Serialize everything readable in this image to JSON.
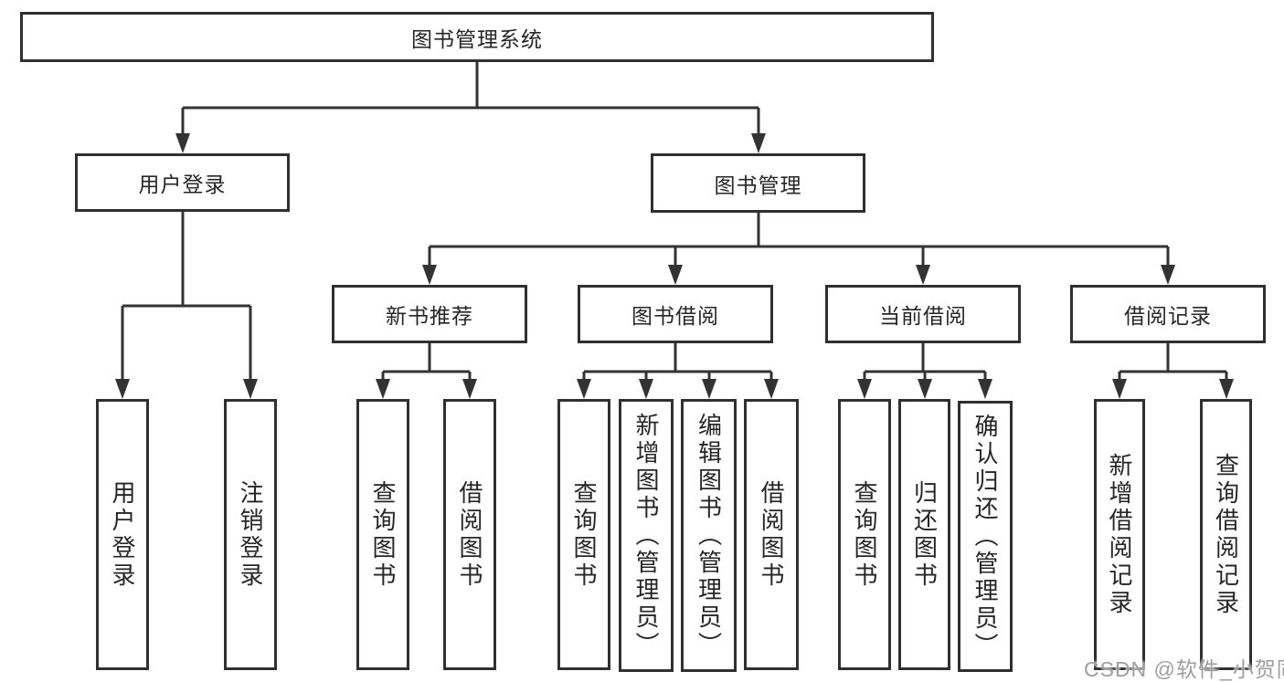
{
  "diagram": {
    "root": {
      "label": "图书管理系统"
    },
    "level2": [
      {
        "label": "用户登录"
      },
      {
        "label": "图书管理"
      }
    ],
    "level3": [
      {
        "label": "新书推荐"
      },
      {
        "label": "图书借阅"
      },
      {
        "label": "当前借阅"
      },
      {
        "label": "借阅记录"
      }
    ],
    "leaves": {
      "user_login": [
        "用户登录",
        "注销登录"
      ],
      "new_book_recommend": [
        "查询图书",
        "借阅图书"
      ],
      "book_borrow": [
        "查询图书",
        "新增图书（管理员）",
        "编辑图书（管理员）",
        "借阅图书"
      ],
      "current_borrow": [
        "查询图书",
        "归还图书",
        "确认归还（管理员）"
      ],
      "borrow_record": [
        "新增借阅记录",
        "查询借阅记录"
      ]
    }
  },
  "watermark": {
    "text": "CSDN @软件_小贺同学"
  },
  "colors": {
    "line": "#333333",
    "box_border": "#303030",
    "text": "#262626",
    "watermark": "#9e9e9e",
    "background": "#ffffff"
  }
}
